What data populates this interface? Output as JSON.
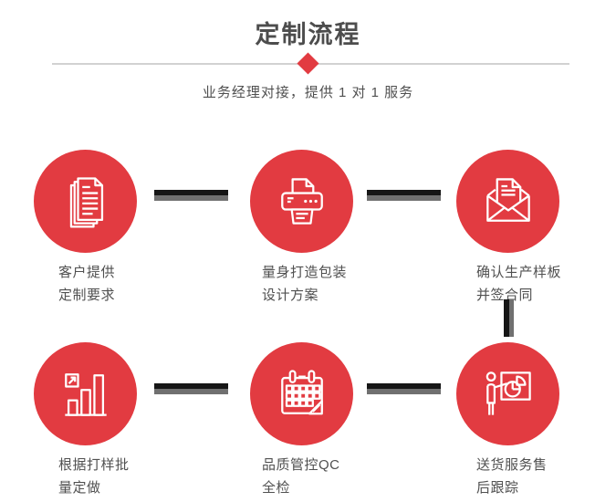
{
  "header": {
    "title": "定制流程",
    "subtitle": "业务经理对接，提供 1 对 1 服务"
  },
  "colors": {
    "accent_red": "#e23b41",
    "connector_dark": "#161616",
    "connector_gray": "#707070",
    "title_text": "#4d4d4d",
    "label_text": "#505050",
    "divider_line": "#d2d2d2",
    "icon_stroke": "#ffffff",
    "background": "#ffffff"
  },
  "steps": [
    {
      "icon": "documents-icon",
      "label": "客户提供\n定制要求"
    },
    {
      "icon": "printer-icon",
      "label": "量身打造包装\n设计方案"
    },
    {
      "icon": "envelope-icon",
      "label": "确认生产样板\n并签合同"
    },
    {
      "icon": "bar-chart-icon",
      "label": "根据打样批\n量定做"
    },
    {
      "icon": "calendar-icon",
      "label": "品质管控QC\n全检"
    },
    {
      "icon": "presentation-icon",
      "label": "送货服务售\n后跟踪"
    }
  ]
}
